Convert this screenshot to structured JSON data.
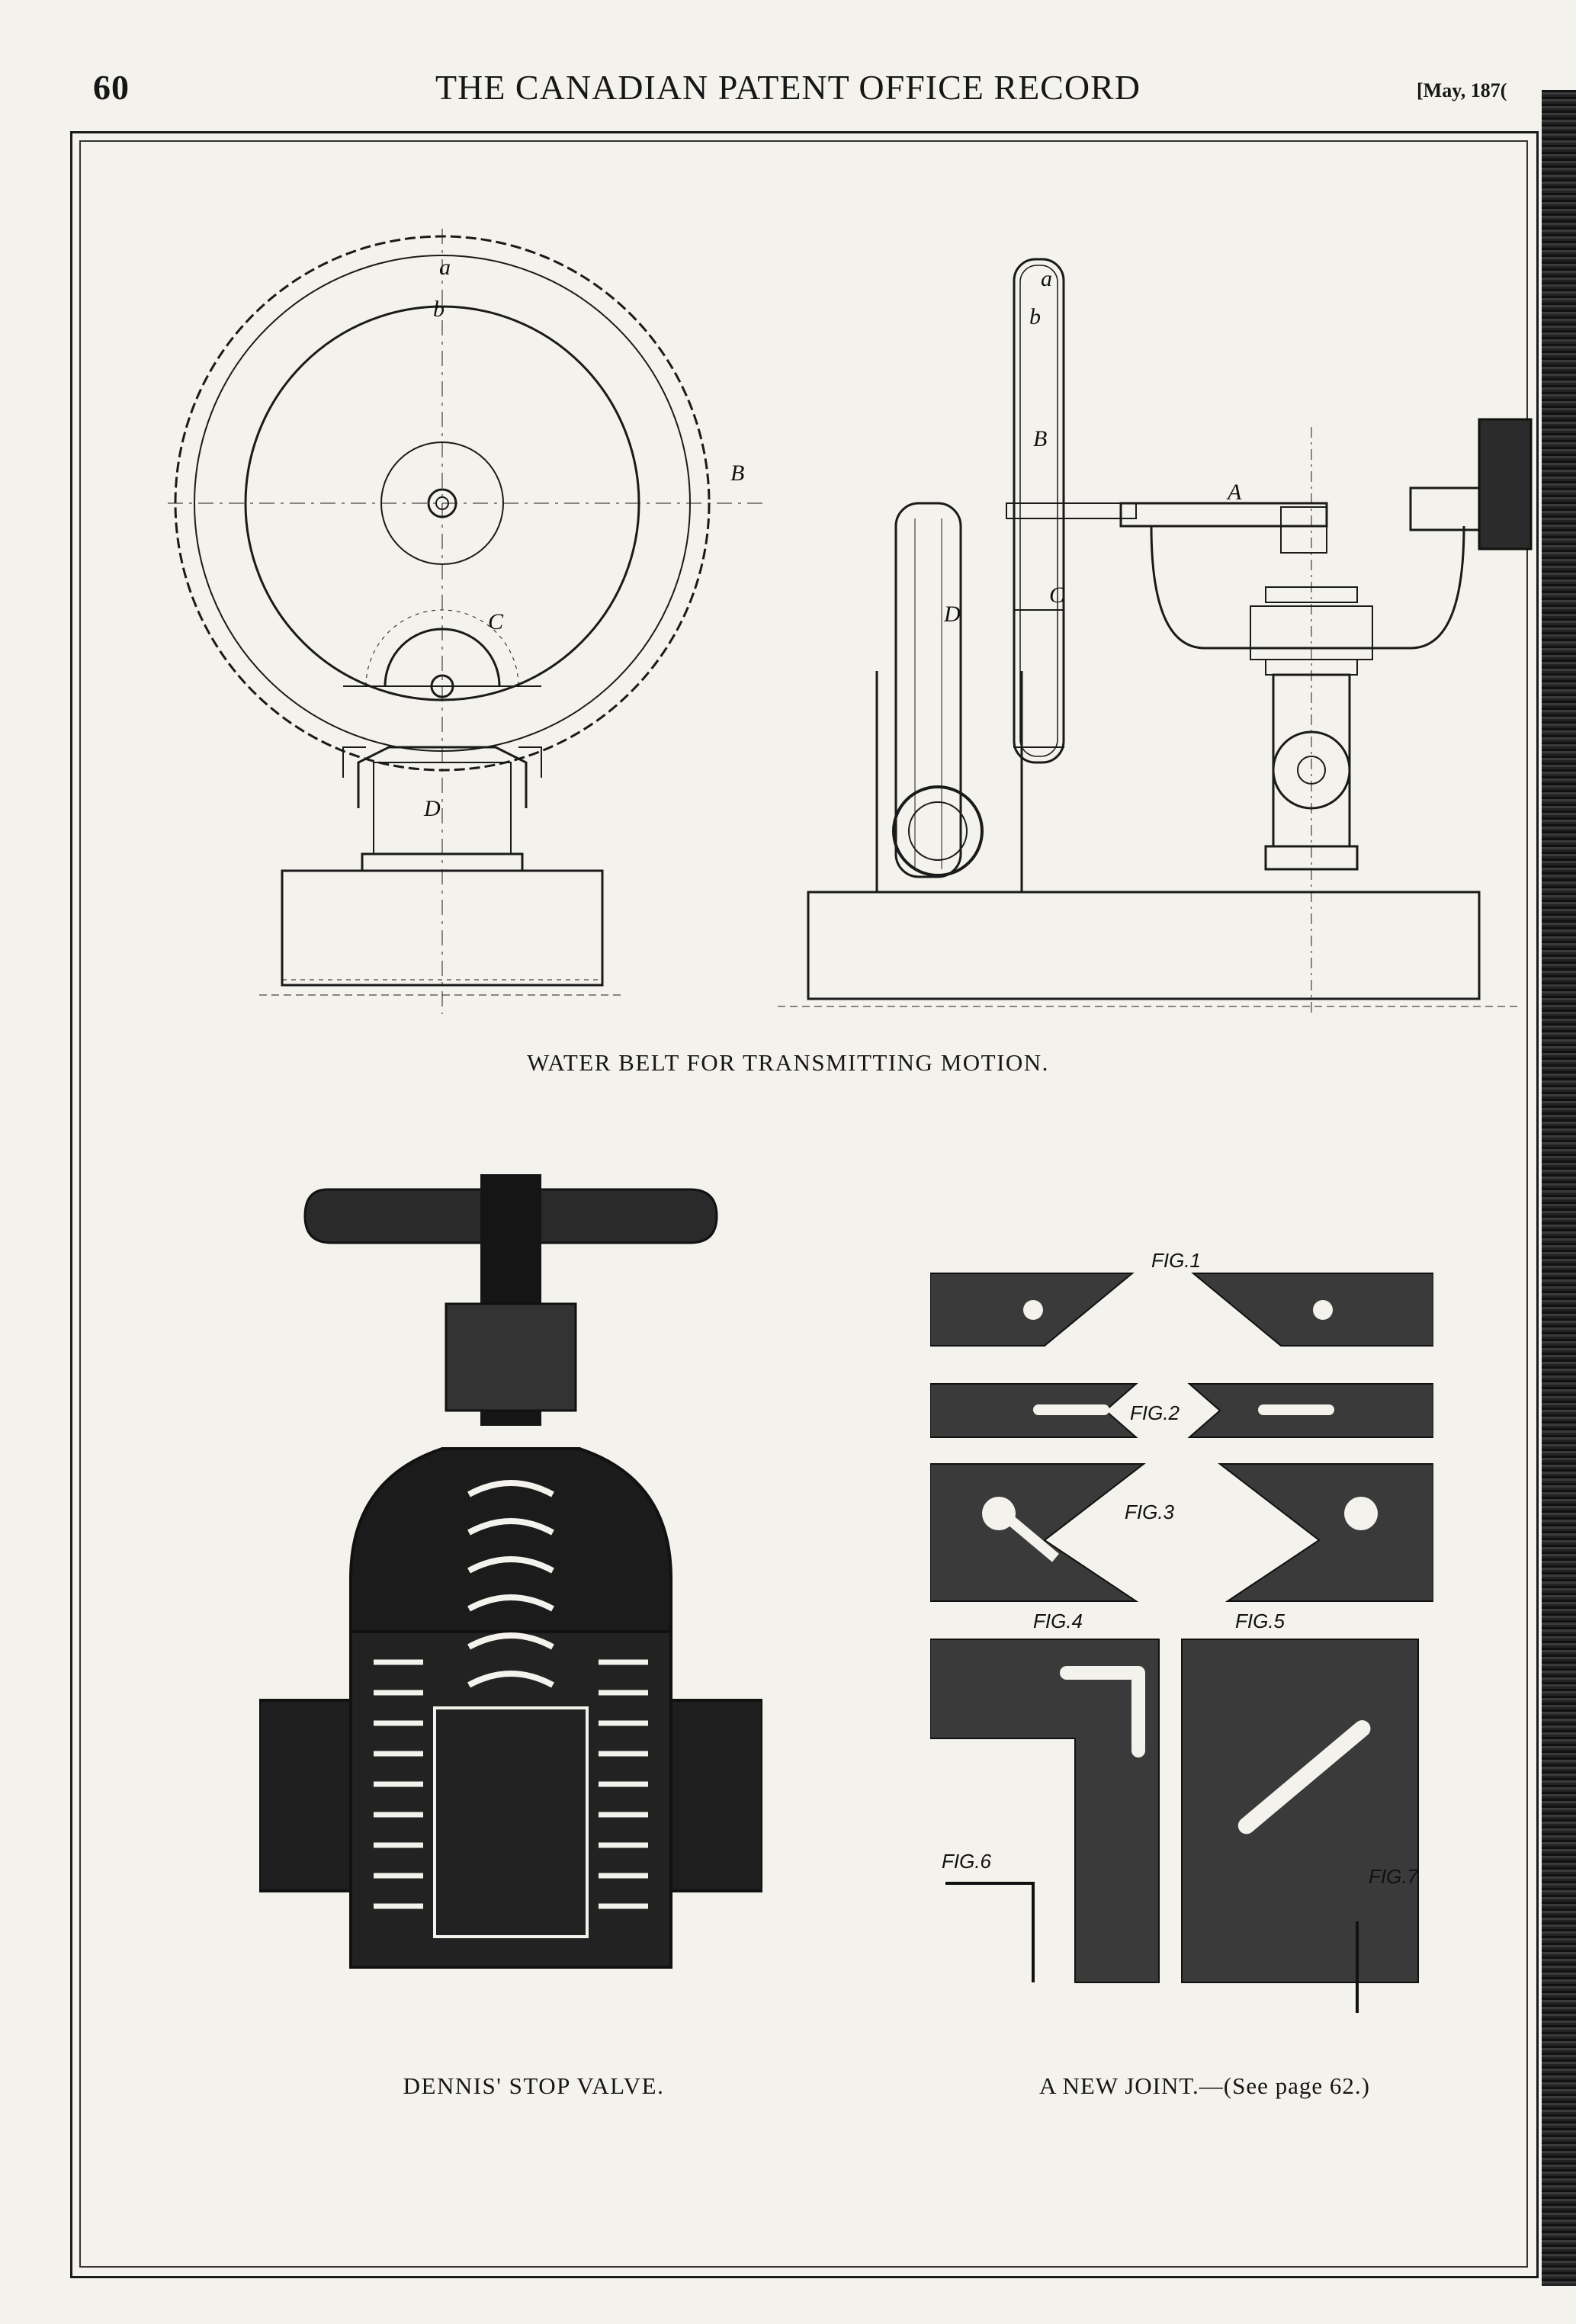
{
  "header": {
    "page_number": "60",
    "running_title": "THE CANADIAN PATENT OFFICE RECORD",
    "issue_date": "[May, 187("
  },
  "figures": {
    "water_belt": {
      "caption": "WATER BELT FOR TRANSMITTING MOTION.",
      "front_labels": {
        "a": "a",
        "b": "b",
        "B": "B",
        "C": "C",
        "D": "D"
      },
      "side_labels": {
        "a": "a",
        "b": "b",
        "B": "B",
        "C": "C",
        "D": "D",
        "A": "A"
      }
    },
    "stop_valve": {
      "caption": "DENNIS' STOP VALVE."
    },
    "new_joint": {
      "caption": "A NEW JOINT.—(See page 62.)",
      "fig_labels": [
        "FIG.1",
        "FIG.2",
        "FIG.3",
        "FIG.4",
        "FIG.5",
        "FIG.6",
        "FIG.7"
      ]
    }
  }
}
